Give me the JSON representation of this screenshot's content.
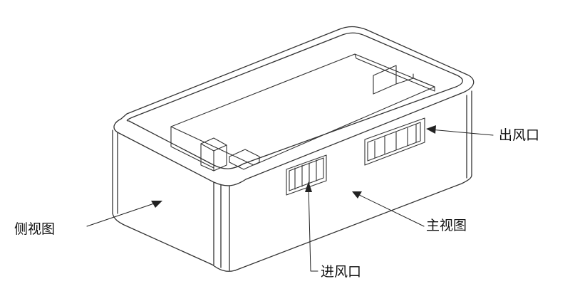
{
  "diagram": {
    "labels": {
      "side_view": "侧视图",
      "front_view": "主视图",
      "air_outlet": "出风口",
      "air_inlet": "进风口"
    },
    "colors": {
      "line": "#333333",
      "background": "#ffffff",
      "text": "#111111"
    }
  }
}
